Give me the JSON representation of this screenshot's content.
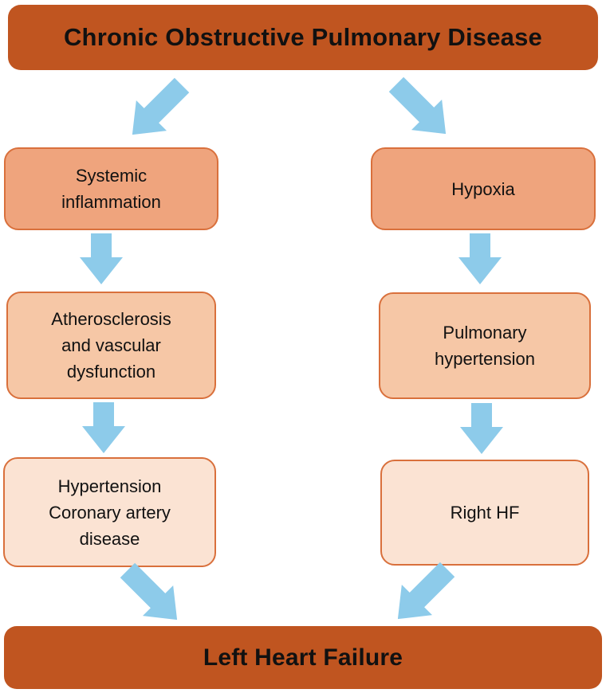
{
  "diagram": {
    "title": "COPD to Left Heart Failure pathway flowchart",
    "nodes": {
      "root": {
        "label": "Chronic Obstructive Pulmonary Disease"
      },
      "systemic": {
        "label": "Systemic\ninflammation"
      },
      "hypoxia": {
        "label": "Hypoxia"
      },
      "athero": {
        "label": "Atherosclerosis\nand vascular\ndysfunction"
      },
      "pulm": {
        "label": "Pulmonary\nhypertension"
      },
      "htn": {
        "label": "Hypertension\nCoronary artery\ndisease"
      },
      "rhf": {
        "label": "Right HF"
      },
      "outcome": {
        "label": "Left Heart Failure"
      }
    },
    "edges": [
      {
        "from": "root",
        "to": "systemic"
      },
      {
        "from": "root",
        "to": "hypoxia"
      },
      {
        "from": "systemic",
        "to": "athero"
      },
      {
        "from": "hypoxia",
        "to": "pulm"
      },
      {
        "from": "athero",
        "to": "htn"
      },
      {
        "from": "pulm",
        "to": "rhf"
      },
      {
        "from": "htn",
        "to": "outcome"
      },
      {
        "from": "rhf",
        "to": "outcome"
      }
    ],
    "colors": {
      "brand_dark": "#c05520",
      "node_fill_1": "#efa47d",
      "node_fill_2": "#f6c7a6",
      "node_fill_3": "#fbe3d3",
      "node_border": "#d9703c",
      "arrow": "#8dcbea",
      "text": "#111111"
    }
  }
}
